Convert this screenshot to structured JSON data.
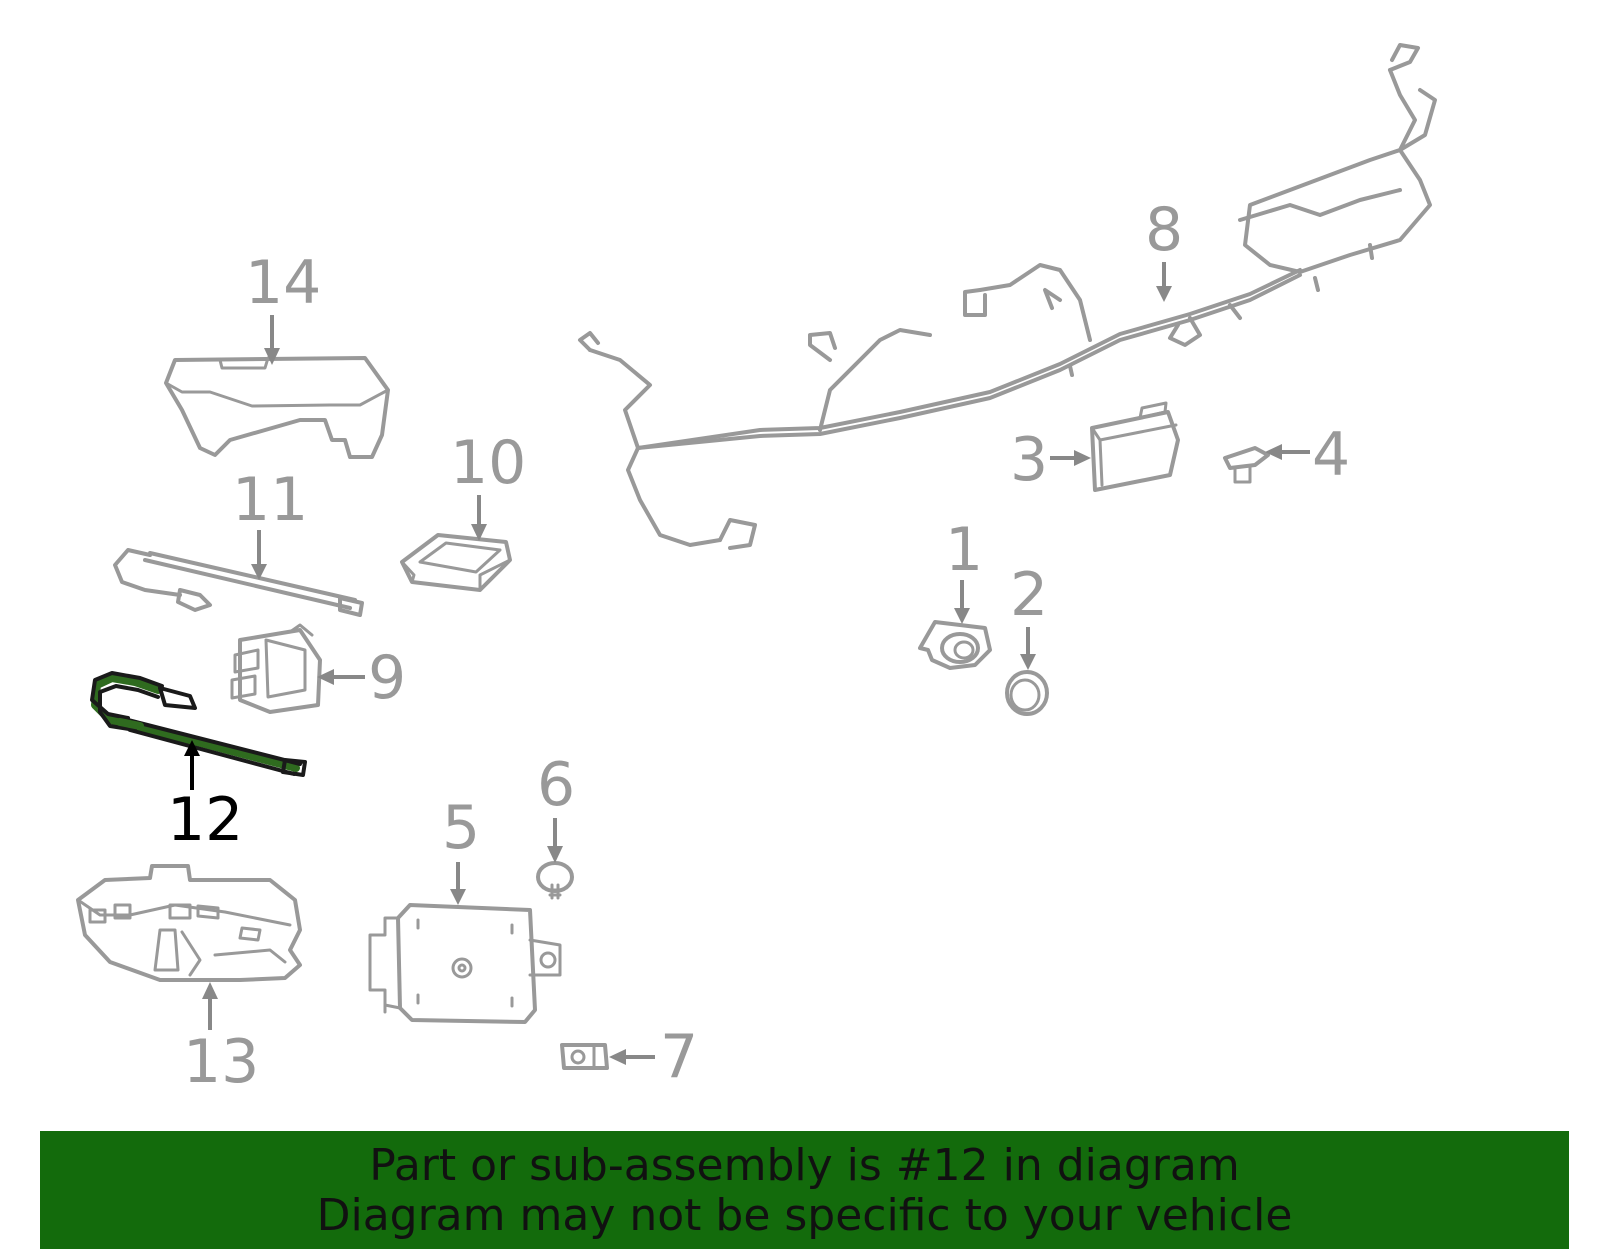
{
  "diagram": {
    "callouts": [
      {
        "id": "1",
        "label": "1"
      },
      {
        "id": "2",
        "label": "2"
      },
      {
        "id": "3",
        "label": "3"
      },
      {
        "id": "4",
        "label": "4"
      },
      {
        "id": "5",
        "label": "5"
      },
      {
        "id": "6",
        "label": "6"
      },
      {
        "id": "7",
        "label": "7"
      },
      {
        "id": "8",
        "label": "8"
      },
      {
        "id": "9",
        "label": "9"
      },
      {
        "id": "10",
        "label": "10"
      },
      {
        "id": "11",
        "label": "11"
      },
      {
        "id": "12",
        "label": "12"
      },
      {
        "id": "13",
        "label": "13"
      },
      {
        "id": "14",
        "label": "14"
      }
    ],
    "highlighted_part": "12",
    "line_color": "#999999",
    "highlight_color": "#2f6b1f"
  },
  "banner": {
    "line1": "Part or sub-assembly is #12 in diagram",
    "line2": "Diagram may not be specific to your vehicle",
    "background": "#136b0c"
  }
}
